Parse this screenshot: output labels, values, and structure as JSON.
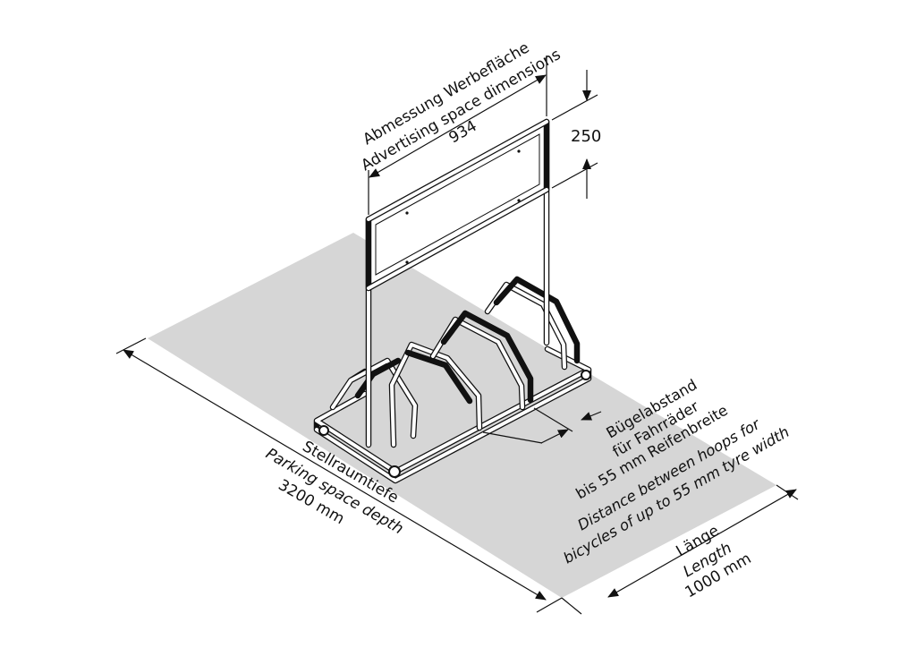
{
  "colors": {
    "ink": "#111111",
    "floor": "#d6d6d6",
    "background": "#ffffff"
  },
  "labels": {
    "advertising_de": "Abmessung Werbefläche",
    "advertising_en": "Advertising space dimensions",
    "advertising_width": "934",
    "advertising_height": "250",
    "hoop_de_1": "Bügelabstand",
    "hoop_de_2": "für Fahrräder",
    "hoop_de_3": "bis 55 mm Reifenbreite",
    "hoop_en_1": "Distance between hoops for",
    "hoop_en_2": "bicycles of up to 55 mm tyre width",
    "depth_de": "Stellraumtiefe",
    "depth_en": "Parking space depth",
    "depth_value": "3200 mm",
    "length_de": "Länge",
    "length_en": "Length",
    "length_value": "1000 mm"
  }
}
